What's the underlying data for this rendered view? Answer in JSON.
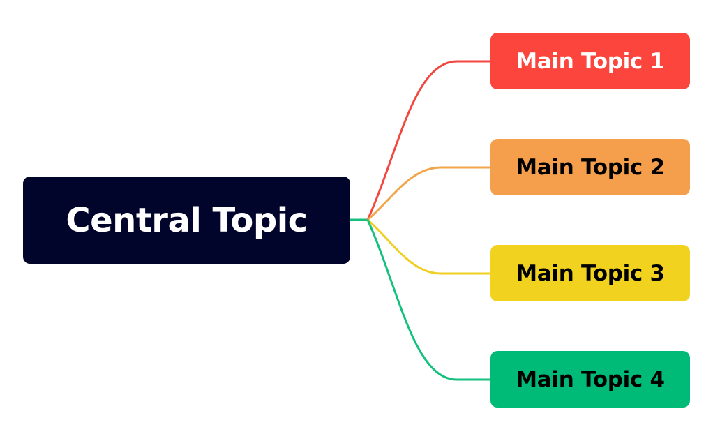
{
  "central": {
    "label": "Central Topic",
    "bg": "#01042b",
    "text_color": "#ffffff"
  },
  "topics": [
    {
      "label": "Main Topic 1",
      "bg": "#fb453d",
      "text_color": "#ffffff",
      "line_color": "#f2473f"
    },
    {
      "label": "Main Topic 2",
      "bg": "#f59f4d",
      "text_color": "#000000",
      "line_color": "#f2a64c"
    },
    {
      "label": "Main Topic 3",
      "bg": "#f1d31f",
      "text_color": "#000000",
      "line_color": "#efcf23"
    },
    {
      "label": "Main Topic 4",
      "bg": "#00bb77",
      "text_color": "#000000",
      "line_color": "#14c07d"
    }
  ]
}
